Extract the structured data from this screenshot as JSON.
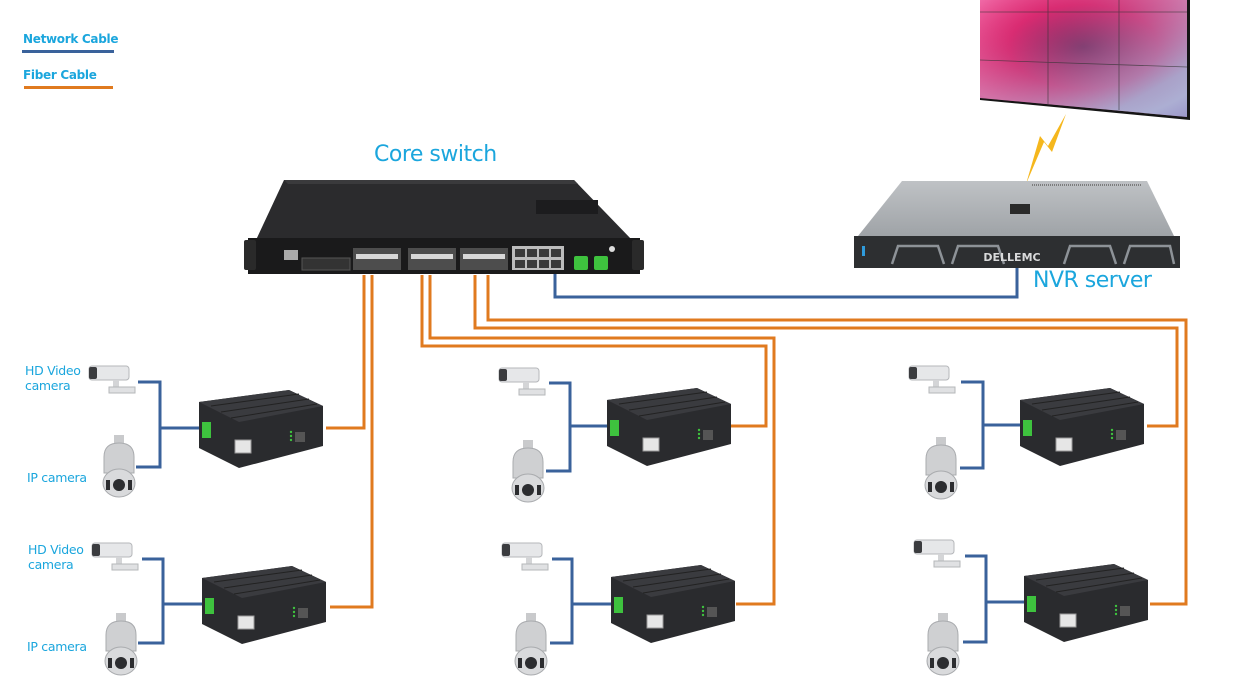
{
  "legend": {
    "network_cable": {
      "label": "Network Cable",
      "color": "#3a629b"
    },
    "fiber_cable": {
      "label": "Fiber Cable",
      "color": "#e07a1f"
    }
  },
  "core_switch": {
    "title": "Core switch"
  },
  "nvr_server": {
    "title": "NVR server",
    "brand": "DELLEMC"
  },
  "video_wall": {
    "name": "video-wall"
  },
  "accent_color": "#1ba6dd",
  "groups": [
    {
      "hd_label": "HD Video\ncamera",
      "ip_label": "IP camera"
    },
    {
      "hd_label": "HD Video\ncamera",
      "ip_label": "IP camera"
    },
    {
      "hd_label": "",
      "ip_label": ""
    },
    {
      "hd_label": "",
      "ip_label": ""
    },
    {
      "hd_label": "",
      "ip_label": ""
    },
    {
      "hd_label": "",
      "ip_label": ""
    }
  ],
  "labels": {
    "hd_video_camera_1": "HD Video",
    "hd_video_camera_2": "camera",
    "ip_camera": "IP camera"
  }
}
